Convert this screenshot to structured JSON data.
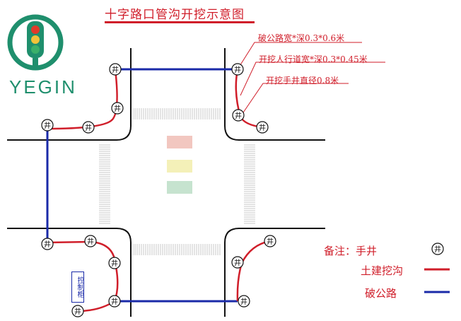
{
  "title": "十字路口管沟开挖示意图",
  "logo": {
    "brand": "YEGIN"
  },
  "callouts": [
    "破公路宽*深0.3*0.6米",
    "开挖人行道宽*深0.3*0.45米",
    "开挖手井直径0.8米"
  ],
  "well_label": "井",
  "cabinet_label": "控制柜",
  "legend": {
    "remark": "备注：手井",
    "items": [
      {
        "label": "土建挖沟",
        "color": "#d01e2a"
      },
      {
        "label": "破公路",
        "color": "#1a2aa8"
      }
    ]
  },
  "colors": {
    "trench": "#d01e2a",
    "road_break": "#1a2aa8",
    "road_edge": "#111111",
    "signal_red": "#f2c7c0",
    "signal_yellow": "#f4f0b8",
    "signal_green": "#c6e3cf",
    "logo": "#1f8f6d"
  }
}
